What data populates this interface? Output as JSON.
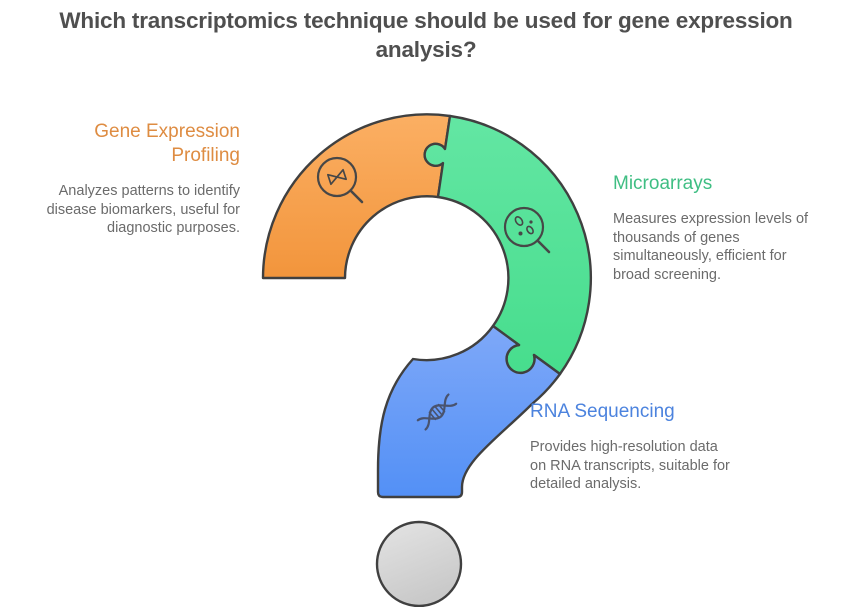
{
  "title": "Which transcriptomics technique should be used for gene expression\nanalysis?",
  "sections": {
    "gene_expression_profiling": {
      "heading": "Gene Expression\nProfiling",
      "description": "Analyzes patterns to identify\ndisease biomarkers, useful for\ndiagnostic purposes.",
      "color": "#DE8C42"
    },
    "microarrays": {
      "heading": "Microarrays",
      "description": "Measures expression levels of\nthousands of genes\nsimultaneously, efficient for\nbroad screening.",
      "color": "#3FBE83"
    },
    "rna_sequencing": {
      "heading": "RNA Sequencing",
      "description": "Provides high-resolution data\non RNA transcripts, suitable for\ndetailed analysis.",
      "color": "#4C83DE"
    }
  },
  "icons": {
    "gene_expression_profiling": "dna-magnifier-icon",
    "microarrays": "sample-dots-magnifier-icon",
    "rna_sequencing": "dna-helix-icon"
  },
  "colors": {
    "outline": "#404040",
    "title_text": "#4F4F4F",
    "body_text": "#6B6B6B",
    "orange_light": "#FBAF63",
    "orange_dark": "#F2953C",
    "green_light": "#63E6A3",
    "green_dark": "#47DD8D",
    "blue_light": "#7EA8F8",
    "blue_dark": "#5390F6",
    "dot_light": "#E4E4E4",
    "dot_dark": "#C9C9C9",
    "helix_stroke": "#49536E",
    "lens_stroke": "#474747"
  }
}
